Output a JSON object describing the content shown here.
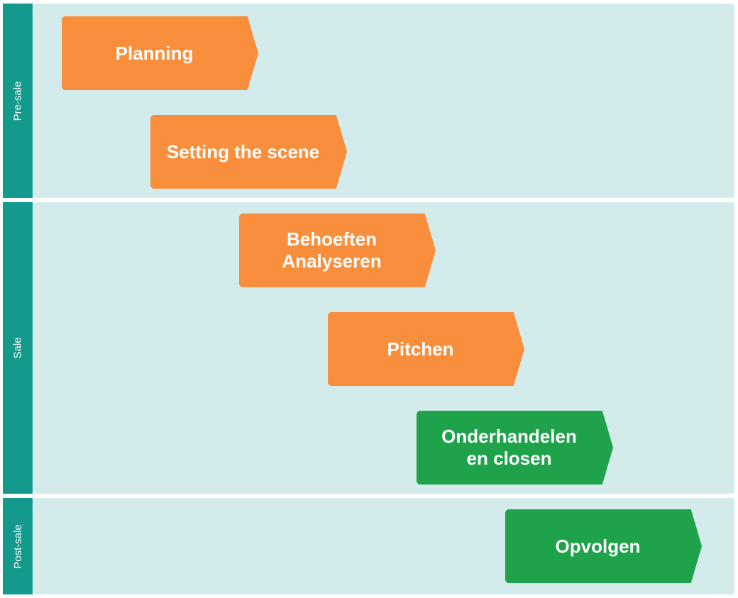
{
  "lanes": {
    "pre_sale": "Pre-sale",
    "sale": "Sale",
    "post_sale": "Post-sale"
  },
  "steps": [
    {
      "label": "Planning",
      "color": "#f98f3d"
    },
    {
      "label": "Setting the scene",
      "color": "#f98f3d"
    },
    {
      "label": "Behoeften\nAnalyseren",
      "color": "#f98f3d"
    },
    {
      "label": "Pitchen",
      "color": "#f98f3d"
    },
    {
      "label": "Onderhandelen\nen closen",
      "color": "#1ea34b"
    },
    {
      "label": "Opvolgen",
      "color": "#1ea34b"
    }
  ],
  "colors": {
    "lane_label": "#149a8c",
    "lane_background": "#d3ebeb"
  }
}
